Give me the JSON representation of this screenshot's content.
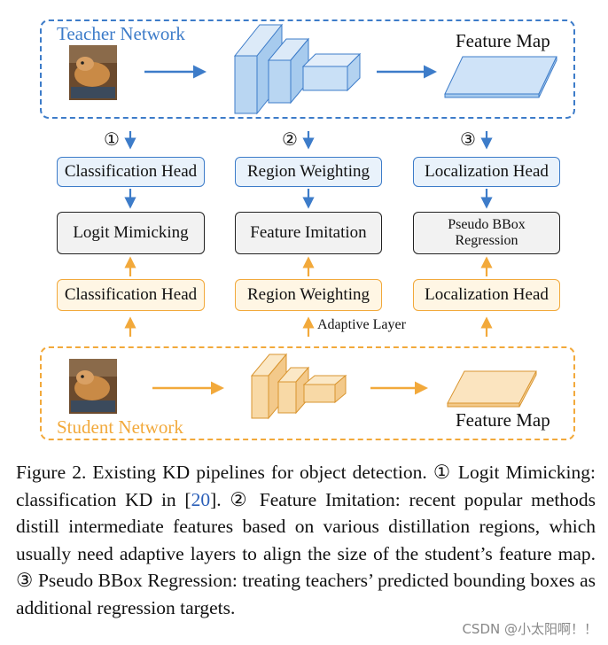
{
  "teacher": {
    "label": "Teacher Network",
    "feature_map_label": "Feature Map",
    "color": "#3d7cc9"
  },
  "student": {
    "label": "Student Network",
    "feature_map_label": "Feature Map",
    "color": "#f2a93b"
  },
  "pipelines": [
    {
      "step": "①",
      "teacher_head": "Classification Head",
      "middle": "Logit Mimicking",
      "student_head": "Classification Head"
    },
    {
      "step": "②",
      "teacher_head": "Region Weighting",
      "middle": "Feature Imitation",
      "student_head": "Region Weighting",
      "adaptive_label": "Adaptive Layer"
    },
    {
      "step": "③",
      "teacher_head": "Localization Head",
      "middle": "Pseudo BBox Regression",
      "student_head": "Localization Head"
    }
  ],
  "caption": {
    "prefix": "Figure 2.  Existing KD pipelines for object detection. ① Logit Mimicking: classification KD in [",
    "citation": "20",
    "suffix": "]. ② Feature Imitation: recent popular methods distill intermediate features based on various distillation regions, which usually need adaptive layers to align the size of the student’s feature map.  ③ Pseudo BBox Regression: treating teachers’ predicted bounding boxes as additional regression targets."
  },
  "watermark": "CSDN @小太阳啊！！"
}
